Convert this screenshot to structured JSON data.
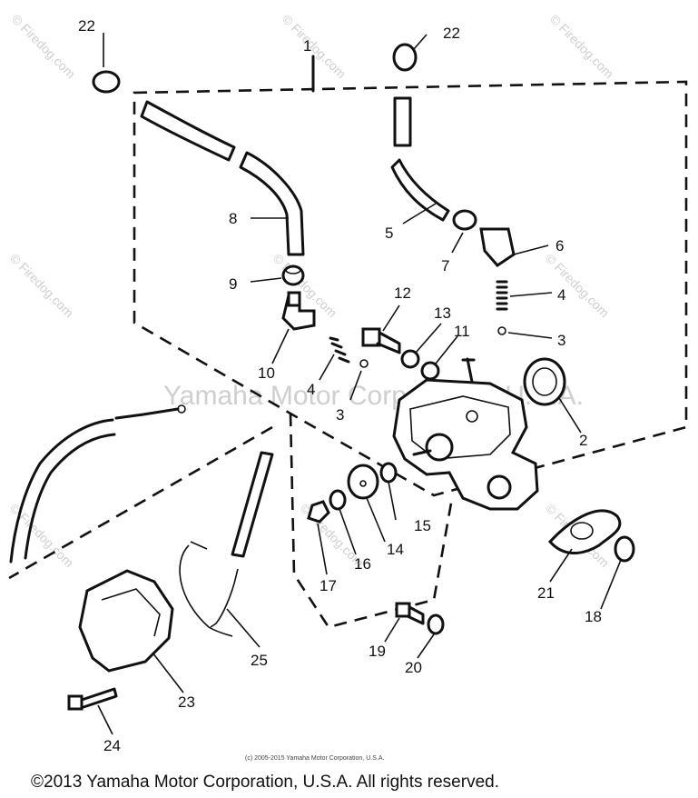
{
  "callouts": {
    "c1": "1",
    "c2": "2",
    "c3a": "3",
    "c3b": "3",
    "c4a": "4",
    "c4b": "4",
    "c5": "5",
    "c6": "6",
    "c7": "7",
    "c8": "8",
    "c9": "9",
    "c10": "10",
    "c11": "11",
    "c12": "12",
    "c13": "13",
    "c14": "14",
    "c15": "15",
    "c16": "16",
    "c17": "17",
    "c18": "18",
    "c19": "19",
    "c20": "20",
    "c21": "21",
    "c22a": "22",
    "c22b": "22",
    "c23": "23",
    "c24": "24",
    "c25": "25"
  },
  "watermark": {
    "site": "© Firedog.com",
    "center": "Yamaha Motor Corporation, U.S.A."
  },
  "small_copyright": "(c) 2005-2015 Yamaha Motor Corporation, U.S.A.",
  "copyright": "©2013 Yamaha Motor Corporation, U.S.A. All rights reserved."
}
